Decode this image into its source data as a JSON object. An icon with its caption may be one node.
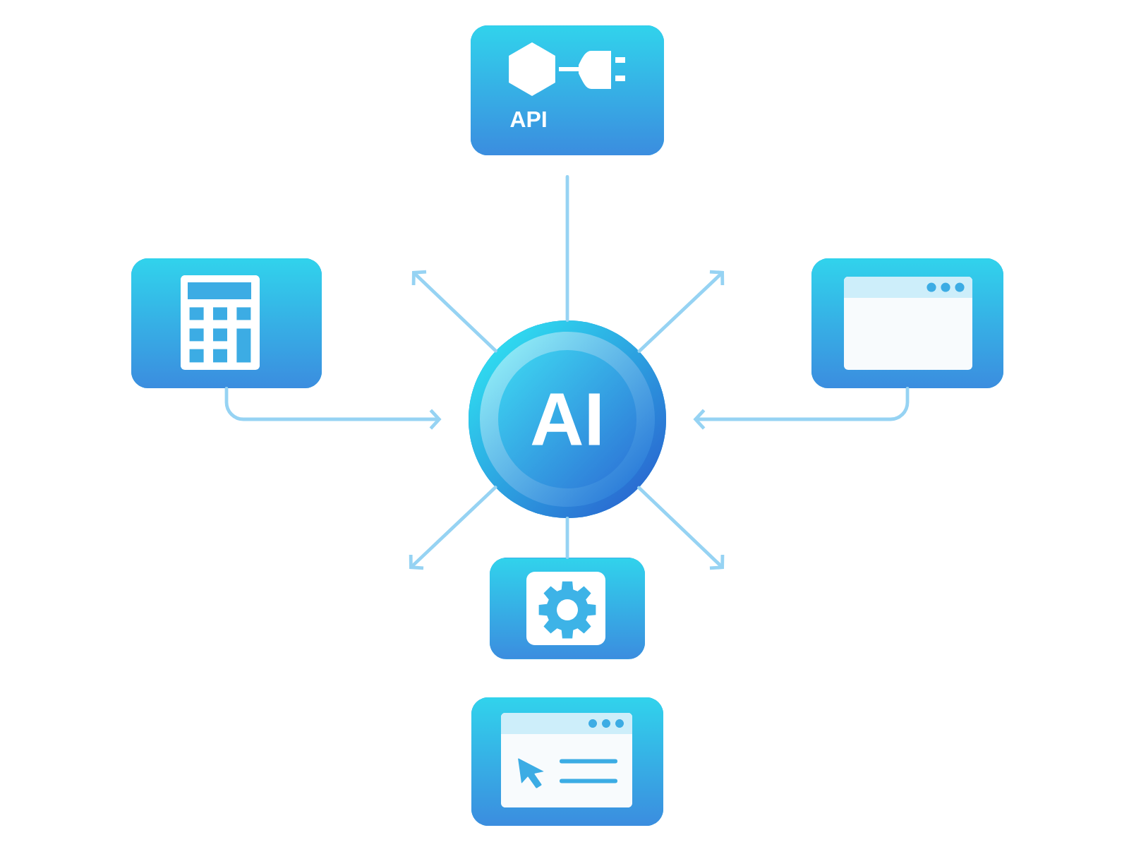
{
  "diagram": {
    "nodes": [
      {
        "text": [
          "API"
        ]
      },
      {
        "text": [],
        "shape": "box"
      },
      {
        "text": [],
        "shape": "box"
      },
      {
        "text": [
          "AI"
        ]
      },
      {
        "text": [],
        "shape": "box"
      },
      {
        "text": [],
        "shape": "box"
      }
    ],
    "edges": [
      {
        "from": 0,
        "to": 3,
        "arrow": "none"
      },
      {
        "from": 1,
        "to": 3,
        "arrow": "to"
      },
      {
        "from": 2,
        "to": 3,
        "arrow": "to"
      },
      {
        "from": 3,
        "to": 4,
        "arrow": "none"
      },
      {
        "from": 3,
        "to": null,
        "arrow": "to"
      },
      {
        "from": 3,
        "to": null,
        "arrow": "to"
      },
      {
        "from": 3,
        "to": null,
        "arrow": "to"
      },
      {
        "from": 3,
        "to": null,
        "arrow": "to"
      }
    ]
  }
}
